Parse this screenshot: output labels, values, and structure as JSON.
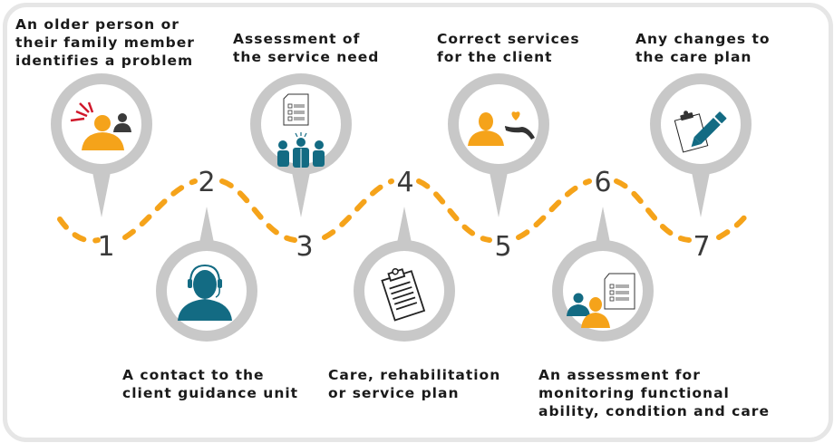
{
  "title": "Client service process steps",
  "colors": {
    "accent_orange": "#f5a31a",
    "teal": "#136b83",
    "pin_gray": "#c8c8c8",
    "frame_gray": "#e6e6e6",
    "alert_red": "#d0182b",
    "number_text": "#3a3a3a"
  },
  "steps": [
    {
      "number": "1",
      "label": "An older person or\ntheir family member\nidentifies a problem",
      "icon": "person-alert-icon",
      "position": "top"
    },
    {
      "number": "2",
      "label": "A contact to the\nclient guidance unit",
      "icon": "headset-person-icon",
      "position": "bottom"
    },
    {
      "number": "3",
      "label": "Assessment of\nthe service need",
      "icon": "team-checklist-icon",
      "position": "top"
    },
    {
      "number": "4",
      "label": "Care, rehabilitation\nor service plan",
      "icon": "clipboard-icon",
      "position": "bottom"
    },
    {
      "number": "5",
      "label": "Correct services\nfor the client",
      "icon": "person-heart-hand-icon",
      "position": "top"
    },
    {
      "number": "6",
      "label": "An assessment for\nmonitoring functional\nability, condition and care",
      "icon": "people-checklist-icon",
      "position": "bottom"
    },
    {
      "number": "7",
      "label": "Any changes to\nthe care plan",
      "icon": "clipboard-pencil-icon",
      "position": "top"
    }
  ]
}
